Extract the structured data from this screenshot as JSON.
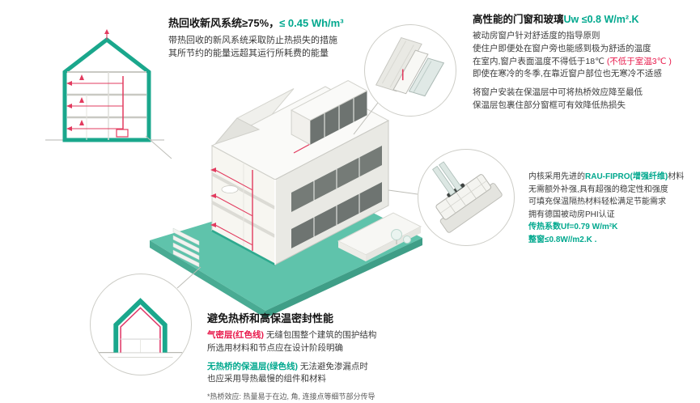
{
  "colors": {
    "accent_green": "#00a88e",
    "accent_red": "#e8194b",
    "duct_magenta": "#e23b5f",
    "insulation_teal": "#1aa78c",
    "ground_teal": "#5fc3ab"
  },
  "illustrations": {
    "section_house": "house-cross-section-ventilation",
    "main_house": "isometric-house-cutaway",
    "window_corner": "window-corner-detail",
    "window_profile": "window-frame-profile",
    "insulation_house": "house-insulation-outline"
  },
  "heat_recovery": {
    "title_black": "热回收新风系统≥75%，",
    "title_green": "≤ 0.45 Wh/m³",
    "line1": "带热回收的新风系统采取防止热损失的措施",
    "line2": "其所节约的能量远超其运行所耗费的能量"
  },
  "windows": {
    "title_black": "高性能的门窗和玻璃",
    "title_green": "Uw ≤0.8 W/m².K",
    "line1": "被动房窗户针对舒适度的指导原则",
    "line2": "使住户即便处在窗户旁也能感到极为舒适的温度",
    "line3_black": "在室内,窗户表面温度不得低于18℃ ",
    "line3_red": "(不低于室温3℃ )",
    "line4": "即使在寒冷的冬季,在靠近窗户部位也无寒冷不适感",
    "line5": "将窗户安装在保温层中可将热桥效应降至最低",
    "line6": "保温层包裹住部分窗框可有效降低热损失"
  },
  "profile": {
    "line1_black1": "内核采用先进的",
    "line1_green": "RAU-FIPRO(增强纤维)",
    "line1_black2": "材料",
    "line2": "无需额外补强,具有超强的稳定性和强度",
    "line3": "可填充保温隔热材料轻松满足节能需求",
    "line4": "拥有德国被动房PHI认证",
    "line5": "传热系数Uf=0.79 W/m²K",
    "line6": "整窗≤0.8W//m2.K ."
  },
  "thermal": {
    "title": "避免热桥和高保温密封性能",
    "line1_red": "气密层(红色线)",
    "line1_black": " 无缝包围整个建筑的围护结构",
    "line2": "所选用材料和节点应在设计阶段明确",
    "line3_green": "无热桥的保温层(绿色线)",
    "line3_black": " 无法避免渗漏点时",
    "line4": "也应采用导热最慢的组件和材料",
    "footnote": "*热桥效应: 热量易于在边, 角, 连接点等细节部分传导"
  }
}
